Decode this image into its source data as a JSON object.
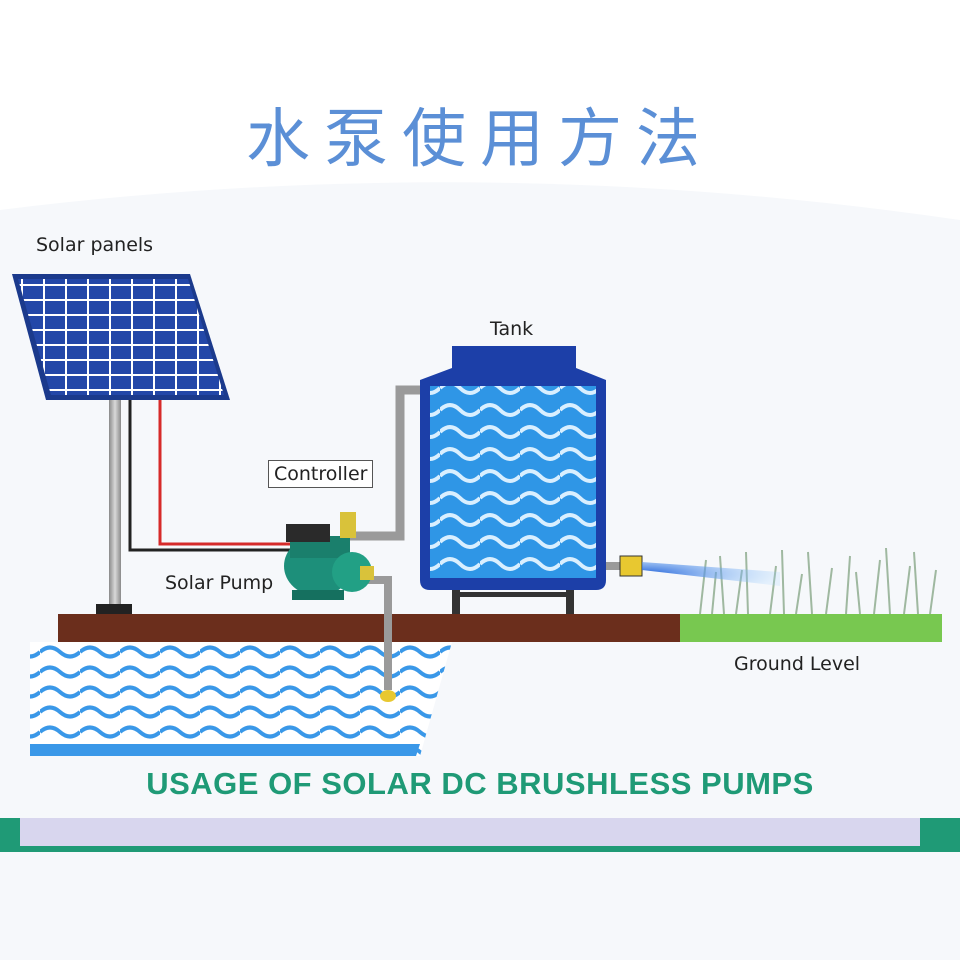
{
  "title": "水泵使用方法",
  "labels": {
    "solar_panels": "Solar panels",
    "tank": "Tank",
    "controller": "Controller",
    "solar_pump": "Solar Pump",
    "ground_level": "Ground Level"
  },
  "banner": "USAGE OF SOLAR  DC BRUSHLESS PUMPS",
  "colors": {
    "title": "#5b8fd6",
    "banner": "#1f9a76",
    "water": "#2b8fe0",
    "panel": "#1f3f9a",
    "ground": "#6b2e1c",
    "grass": "#78c850",
    "pump": "#1d8f7a"
  }
}
